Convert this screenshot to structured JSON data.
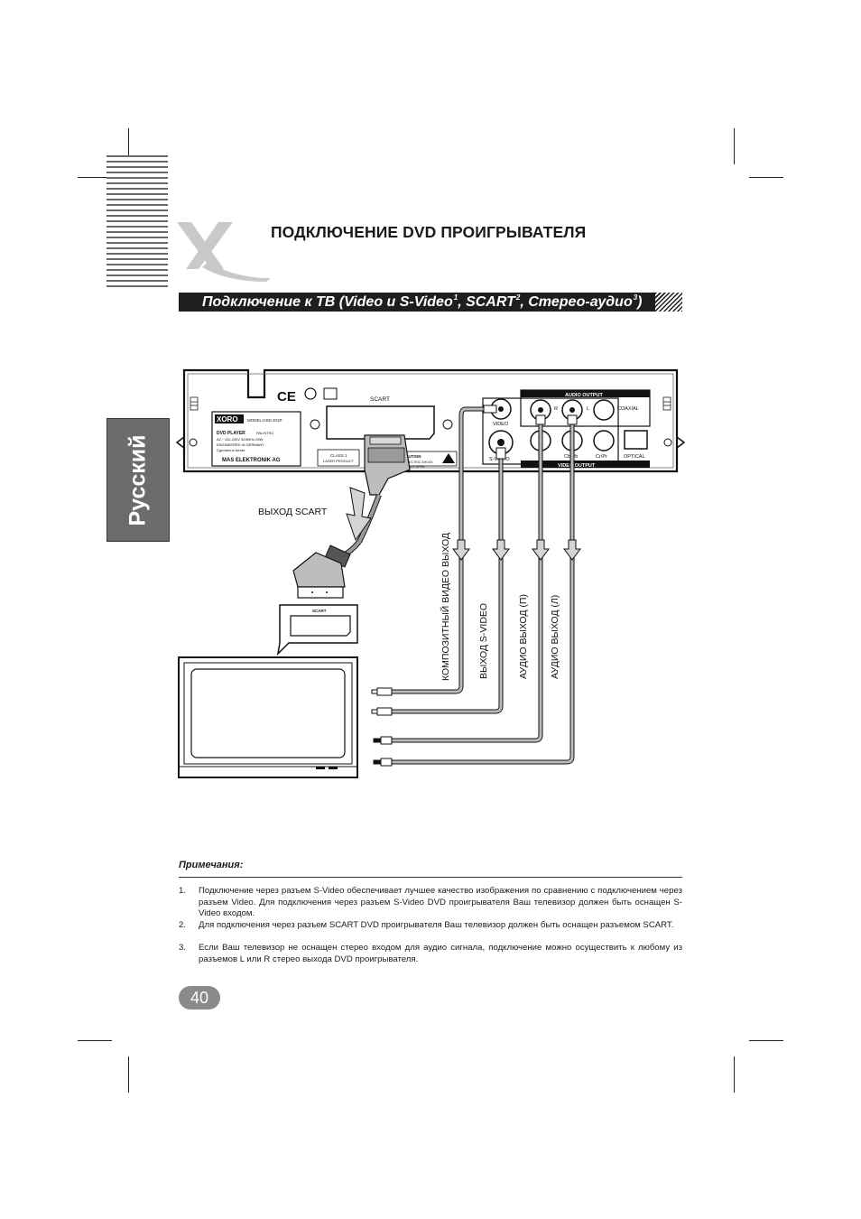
{
  "page": {
    "title": "ПОДКЛЮЧЕНИЕ DVD ПРОИГРЫВАТЕЛЯ",
    "subtitle": {
      "part1": "Подключение к ТВ (Video и S-Video",
      "sup1": "1",
      "part2": ", SCART",
      "sup2": "2",
      "part3": ",  Стерео-аудио",
      "sup3": "3",
      "part4": ")"
    },
    "language_tab": "Русский",
    "page_number": "40"
  },
  "device": {
    "brand": "XORO",
    "model": "MODEL:HSD 201P",
    "type": "DVD PLAYER",
    "system": "PAL/NTSC",
    "power": "AC ~110-240V 50/60Hz 25W",
    "origin_de": "ENGINEERED IN GERMANY",
    "origin_ru": "Сделано в Китае",
    "maker": "MAS ELEKTRONIK AG",
    "laser_line1": "CLASS 1",
    "laser_line2": "LASER PRODUCT",
    "caution_line1": "CAUTION",
    "caution_line2": "RISK OF ELECTRIC SHOCK",
    "caution_line3": "DO NOT OPEN",
    "scart_label": "SCART",
    "audio_output_label": "AUDIO OUTPUT",
    "video_output_label": "VIDEO OUTPUT",
    "video_jack_label": "VIDEO",
    "r_label": "R",
    "l_label": "L",
    "coaxial_label": "COAXIAL",
    "svideo_label": "S-VIDEO",
    "y_label": "Y",
    "cbpb_label": "Cb/Pb",
    "crpr_label": "Cr/Pr",
    "optical_label": "OPTICAL",
    "ce_mark": "CE"
  },
  "tv": {
    "scart_label": "SCART"
  },
  "cable_labels": {
    "scart_out": "ВЫХОД SCART",
    "composite": "КОМПОЗИТНЫЙ ВИДЕО ВЫХОД",
    "svideo": "ВЫХОД S-VIDEO",
    "audio_r": "АУДИО ВЫХОД (П)",
    "audio_l": "АУДИО ВЫХОД (Л)"
  },
  "notes": {
    "title": "Примечания:",
    "items": [
      {
        "num": "1.",
        "text": "Подключение через разъем S-Video обеспечивает лучшее качество изображения по сравнению с подключением через разъем Video. Для подключения через разъем S-Video DVD проигрывателя Ваш телевизор должен быть оснащен S-Video входом."
      },
      {
        "num": "2.",
        "text": "Для подключения через разъем SCART DVD проигрывателя Ваш телевизор должен быть оснащен разъемом SCART."
      },
      {
        "num": "3.",
        "text": "Если Ваш телевизор не оснащен стерео входом для аудио сигнала, подключение можно осуществить к любому из разъемов L или R стерео выхода DVD проигрывателя."
      }
    ]
  }
}
